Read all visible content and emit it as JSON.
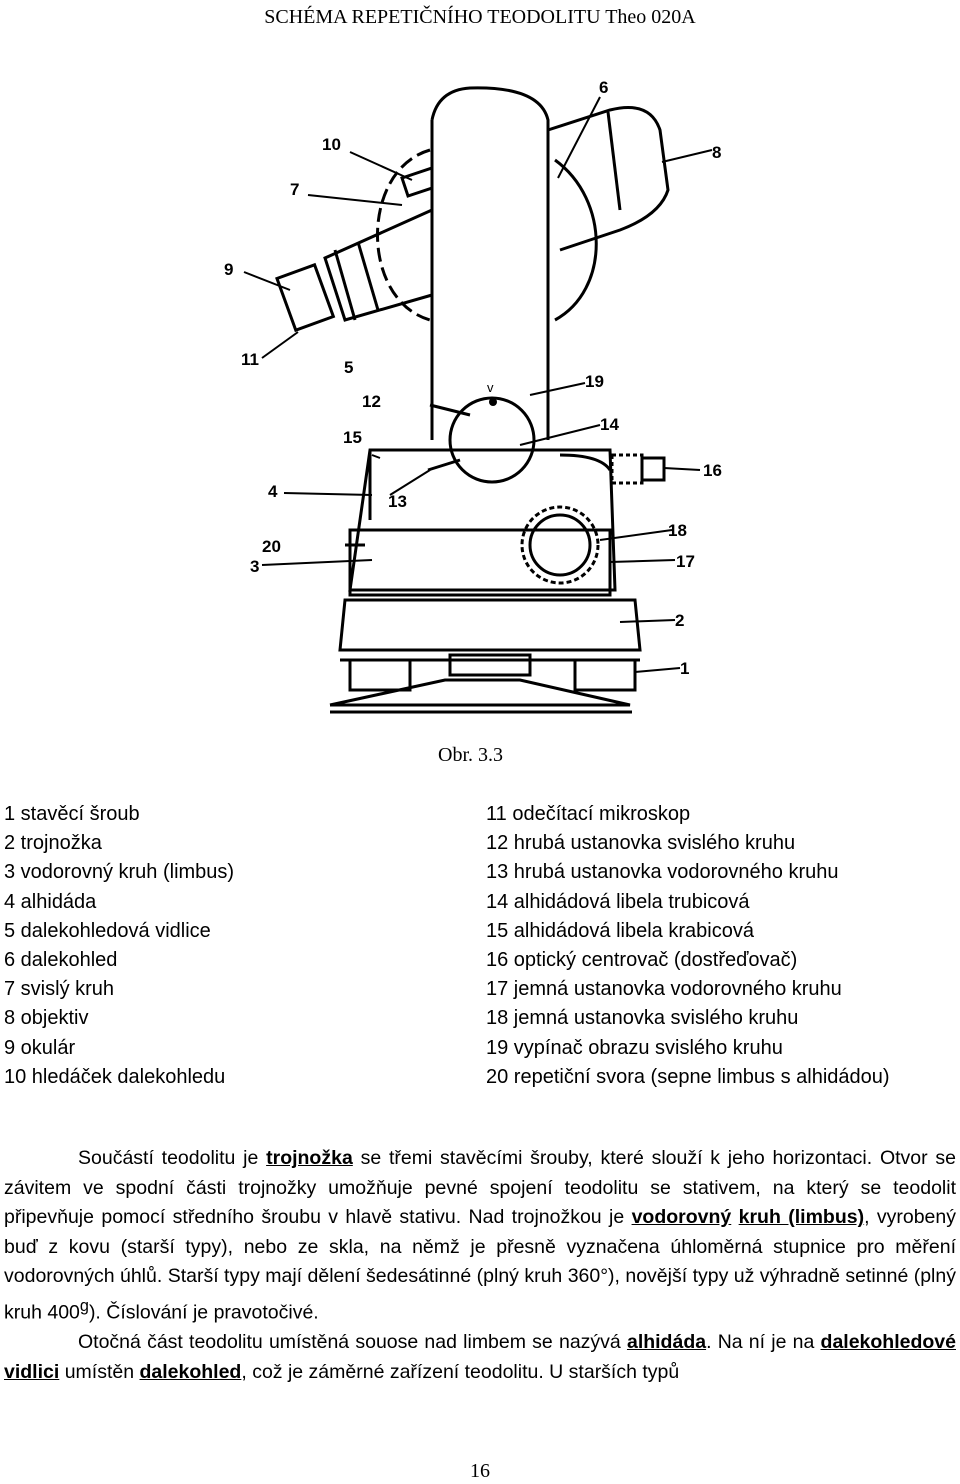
{
  "header": {
    "title": "SCHÉMA REPETIČNÍHO TEODOLITU",
    "model": "Theo 020A"
  },
  "diagram": {
    "marker_v": "v",
    "labels": [
      "1",
      "2",
      "3",
      "4",
      "5",
      "6",
      "7",
      "8",
      "9",
      "10",
      "11",
      "12",
      "13",
      "14",
      "15",
      "16",
      "17",
      "18",
      "19",
      "20"
    ]
  },
  "figure_caption": "Obr. 3.3",
  "legend": {
    "left": [
      "1 stavěcí šroub",
      "2 trojnožka",
      "3 vodorovný kruh (limbus)",
      "4 alhidáda",
      "5 dalekohledová vidlice",
      "6 dalekohled",
      "7 svislý kruh",
      "8 objektiv",
      "9 okulár",
      "10 hledáček dalekohledu"
    ],
    "right": [
      "11 odečítací mikroskop",
      "12 hrubá ustanovka svislého kruhu",
      "13 hrubá ustanovka vodorovného kruhu",
      "14 alhidádová libela trubicová",
      "15 alhidádová libela krabicová",
      "16 optický centrovač (dostřeďovač)",
      "17 jemná ustanovka vodorovného kruhu",
      "18 jemná ustanovka svislého kruhu",
      "19 vypínač obrazu svislého kruhu",
      "20 repetiční svora (sepne limbus s alhidádou)"
    ]
  },
  "text": {
    "p1_a": "Součástí teodolitu je ",
    "p1_b": "trojnožka",
    "p1_c": " se třemi stavěcími šrouby, které slouží k jeho horizontaci. Otvor se závitem ve spodní části trojnožky umožňuje pevné spojení teodolitu se stativem, na který se teodolit připevňuje pomocí středního šroubu v hlavě stativu. Nad trojnožkou je ",
    "p1_d": "vodorovný",
    "p1_e": " ",
    "p1_f": "kruh (limbus)",
    "p1_g": ", vyrobený buď z kovu (starší typy), nebo ze skla, na němž je přesně vyznačena úhloměrná stupnice pro měření vodorovných úhlů. Starší typy mají dělení šedesátinné (plný kruh 360°), novější typy už výhradně setinné (plný kruh 400",
    "p1_sup": "g",
    "p1_h": "). Číslování je pravotočivé.",
    "p2_a": "Otočná část teodolitu umístěná souose nad limbem se nazývá ",
    "p2_b": "alhidáda",
    "p2_c": ". Na ní je na ",
    "p2_d": "dalekohledové vidlici",
    "p2_e": " umístěn ",
    "p2_f": "dalekohled",
    "p2_g": ", což je záměrné zařízení teodolitu. U starších typů"
  },
  "page_number": "16"
}
